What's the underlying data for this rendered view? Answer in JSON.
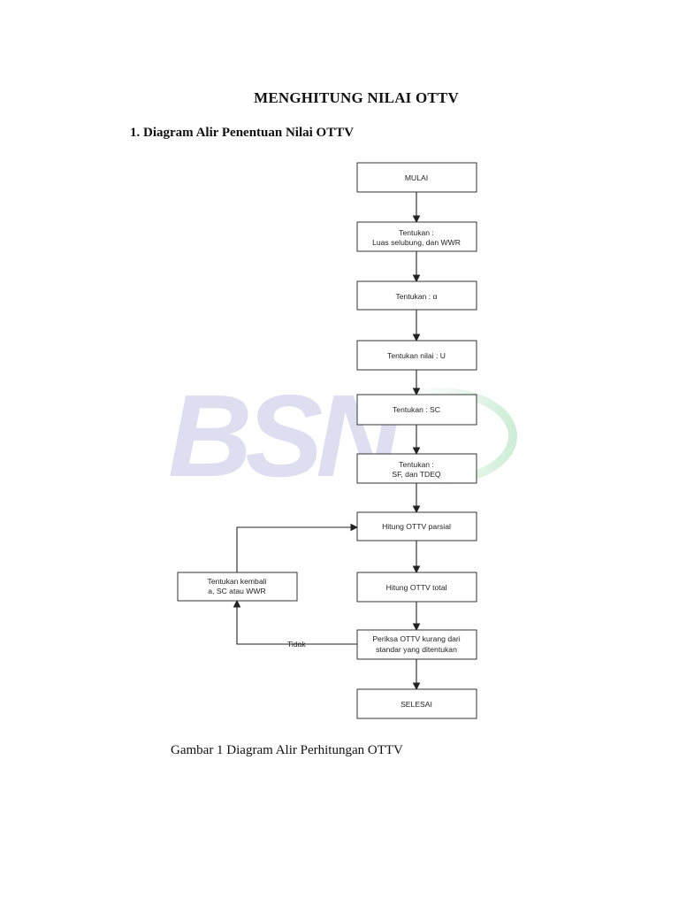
{
  "document": {
    "title": "MENGHITUNG NILAI OTTV",
    "section_heading": "1. Diagram Alir Penentuan Nilai OTTV",
    "caption": "Gambar 1 Diagram Alir Perhitungan OTTV"
  },
  "watermark": {
    "text": "BSN",
    "color": "#d8d9ef"
  },
  "flowchart": {
    "nodes": {
      "start": {
        "lines": [
          "MULAI"
        ]
      },
      "determine_area": {
        "lines": [
          "Tentukan :",
          "Luas selubung, dan WWR"
        ]
      },
      "determine_alpha": {
        "lines": [
          "Tentukan : α"
        ]
      },
      "determine_u": {
        "lines": [
          "Tentukan nilai : U"
        ]
      },
      "determine_sc": {
        "lines": [
          "Tentukan : SC"
        ]
      },
      "determine_sf": {
        "lines": [
          "Tentukan :",
          "SF, dan TDEQ"
        ]
      },
      "partial_ottv": {
        "lines": [
          "Hitung OTTV parsial"
        ]
      },
      "total_ottv": {
        "lines": [
          "Hitung OTTV total"
        ]
      },
      "check_ottv": {
        "lines": [
          "Periksa OTTV kurang dari",
          "standar yang ditentukan"
        ]
      },
      "end": {
        "lines": [
          "SELESAI"
        ]
      },
      "redetermine": {
        "lines": [
          "Tentukan kembali",
          "a, SC atau WWR"
        ]
      }
    },
    "edge_labels": {
      "no": "Tidak"
    }
  },
  "colors": {
    "text": "#111111",
    "box_stroke": "#333333",
    "arrow": "#222222"
  }
}
